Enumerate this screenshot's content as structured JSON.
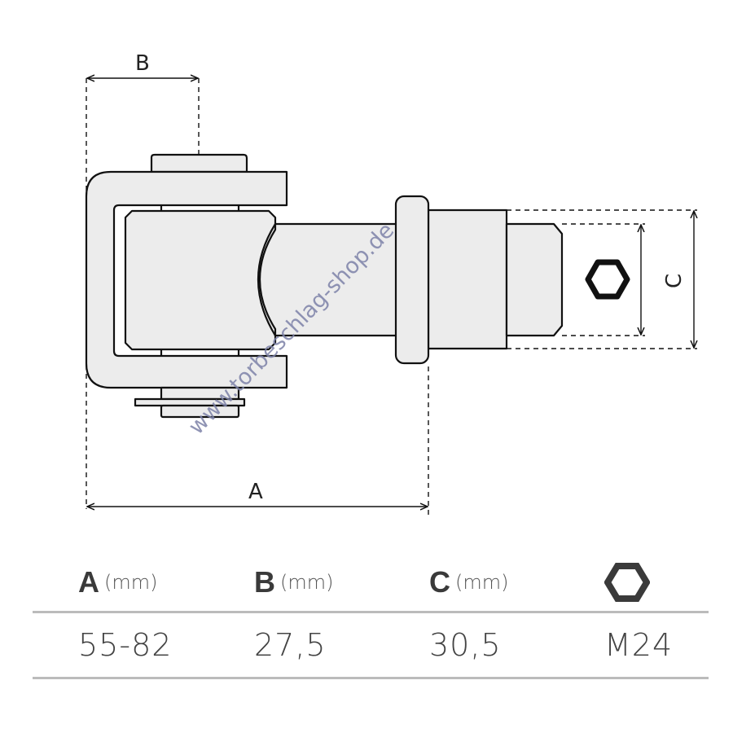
{
  "drawing": {
    "dimension_labels": {
      "a": "A",
      "b": "B",
      "c": "C"
    },
    "watermark": "www.torbeschlag-shop.de"
  },
  "table": {
    "headers": [
      {
        "letter": "A",
        "unit": "(mm)"
      },
      {
        "letter": "B",
        "unit": "(mm)"
      },
      {
        "letter": "C",
        "unit": "(mm)"
      },
      {
        "icon": "hexagon-nut-icon"
      }
    ],
    "values": [
      "55-82",
      "27,5",
      "30,5",
      "M24"
    ]
  },
  "colors": {
    "part_fill": "#ececec",
    "outline": "#111111",
    "rule": "#bbbbbb",
    "watermark": "#7d82a8"
  }
}
